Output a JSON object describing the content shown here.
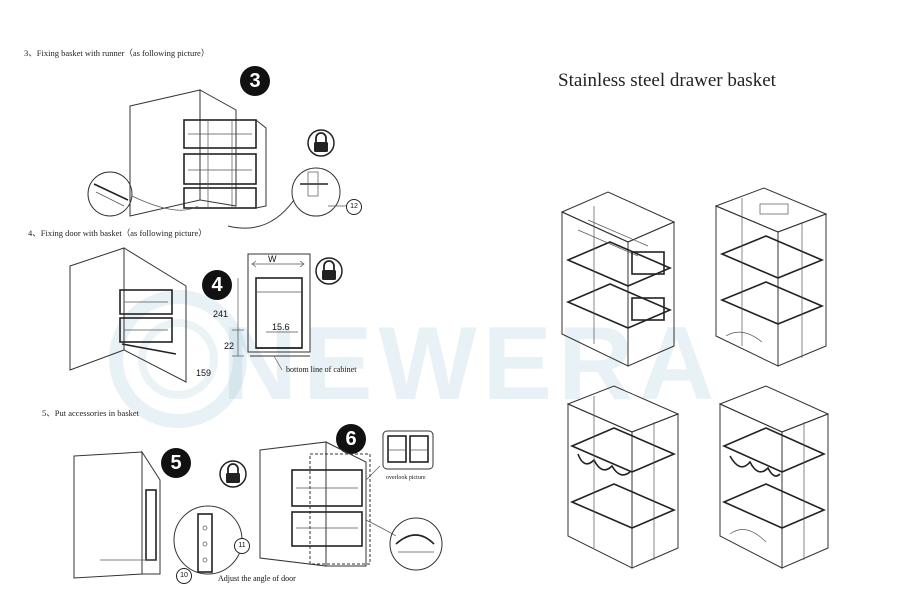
{
  "left_panel": {
    "step3": {
      "heading": "3、Fixing basket with runner（as following picture）",
      "badge": "3",
      "callout": "12"
    },
    "step4": {
      "heading": "4、Fixing door with basket（as following picture）",
      "badge": "4",
      "dim_width": "W",
      "dim_241": "241",
      "dim_15_6": "15.6",
      "dim_22": "22",
      "dim_159": "159",
      "bottom_line_label": "bottom line of cabinet"
    },
    "step5": {
      "heading": "5、Put accessories in basket",
      "badge": "5",
      "callout_11": "11",
      "callout_10": "10",
      "adjust_label": "Adjust the angle of door"
    },
    "step6": {
      "badge": "6",
      "overlook_label": "overlook picture"
    }
  },
  "right_panel": {
    "title": "Stainless steel drawer basket"
  },
  "watermark": {
    "text": "NEWERA",
    "color": "#96BED2"
  },
  "icons": {
    "lock": "padlock-icon"
  }
}
